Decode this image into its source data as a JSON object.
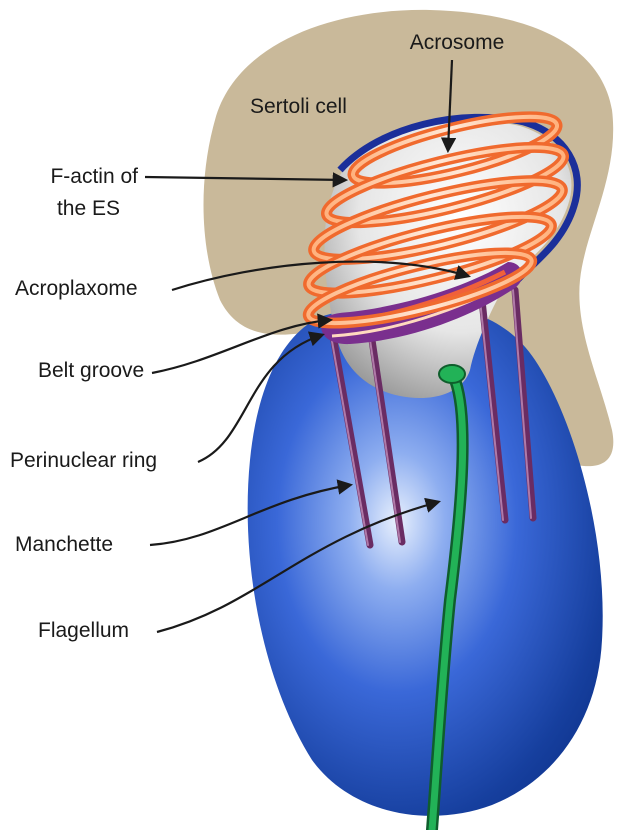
{
  "colors": {
    "sertoli": "#c9b99a",
    "nucleus_dark": "#0b2f86",
    "nucleus_mid": "#2a5bd0",
    "nucleus_light": "#d7e4fb",
    "acrosome_light": "#ffffff",
    "acrosome_dark": "#9c9c9c",
    "actin": "#f06a2e",
    "actin_light": "#ffd9bf",
    "plaque": "#7a2f8e",
    "manchette": "#6a2c63",
    "flagellum": "#1f9a4a",
    "line": "#1a1a1a"
  },
  "labels": {
    "acrosome": "Acrosome",
    "sertoli_cell": "Sertoli cell",
    "factin_line1": "F-actin of",
    "factin_line2": "the ES",
    "acroplaxome": "Acroplaxome",
    "belt_groove": "Belt groove",
    "perinuclear_ring": "Perinuclear ring",
    "manchette": "Manchette",
    "flagellum": "Flagellum"
  }
}
